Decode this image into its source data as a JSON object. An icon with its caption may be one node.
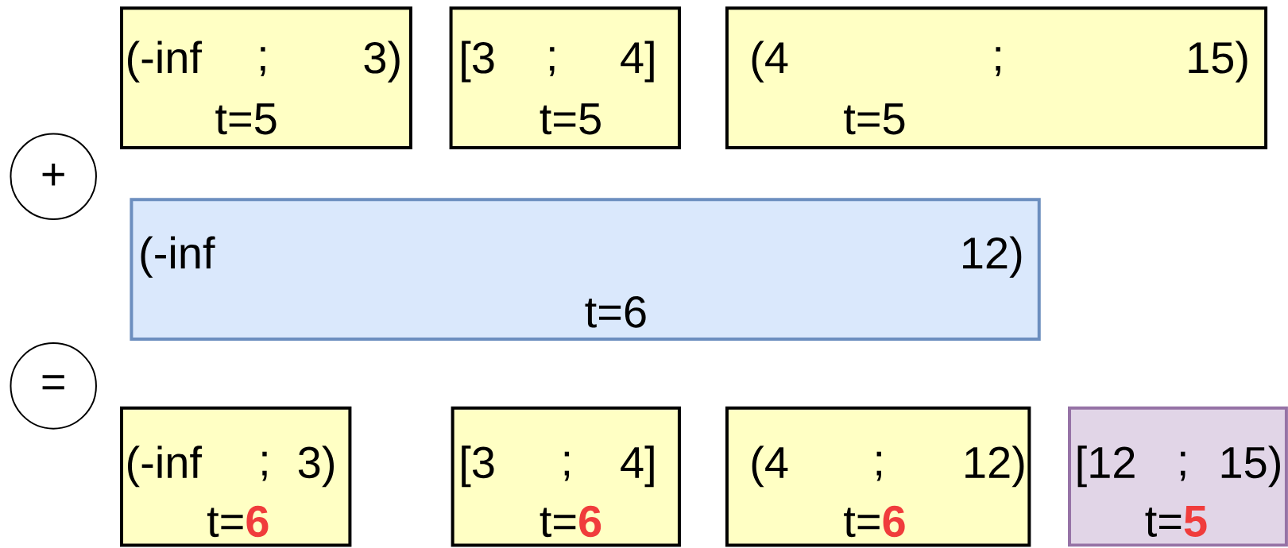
{
  "diagram": {
    "nodes": [
      {
        "text": [
          "(-inf",
          ";",
          "3)",
          "t=5"
        ]
      },
      {
        "text": [
          "[3",
          ";",
          "4]",
          "t=5"
        ]
      },
      {
        "text": [
          "(4",
          ";",
          "15)",
          "t=5"
        ]
      },
      {
        "text": [
          "+"
        ]
      },
      {
        "text": [
          "(-inf",
          "12)",
          "t=6"
        ]
      },
      {
        "text": [
          "="
        ]
      },
      {
        "text": [
          "(-inf",
          ";",
          "3)",
          "t=",
          "6"
        ]
      },
      {
        "text": [
          "[3",
          ";",
          "4]",
          "t=",
          "6"
        ]
      },
      {
        "text": [
          "(4",
          ";",
          "12)",
          "t=",
          "6"
        ]
      },
      {
        "text": [
          "[12",
          ";",
          "15)",
          "t=",
          "5"
        ]
      }
    ]
  }
}
